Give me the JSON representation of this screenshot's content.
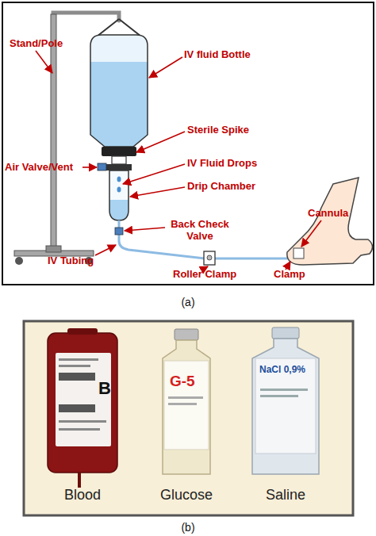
{
  "diagram": {
    "labels": [
      "Stand/Pole",
      "IV fluid Bottle",
      "Sterile Spike",
      "Air Valve/Vent",
      "IV Fluid Drops",
      "Drip Chamber",
      "Back Check Valve",
      "IV Tubing",
      "Roller Clamp",
      "Cannula",
      "Clamp",
      "(a)",
      "B",
      "G-5",
      "NaCl 0,9%",
      "Blood",
      "Glucose",
      "Saline",
      "(b)"
    ]
  }
}
